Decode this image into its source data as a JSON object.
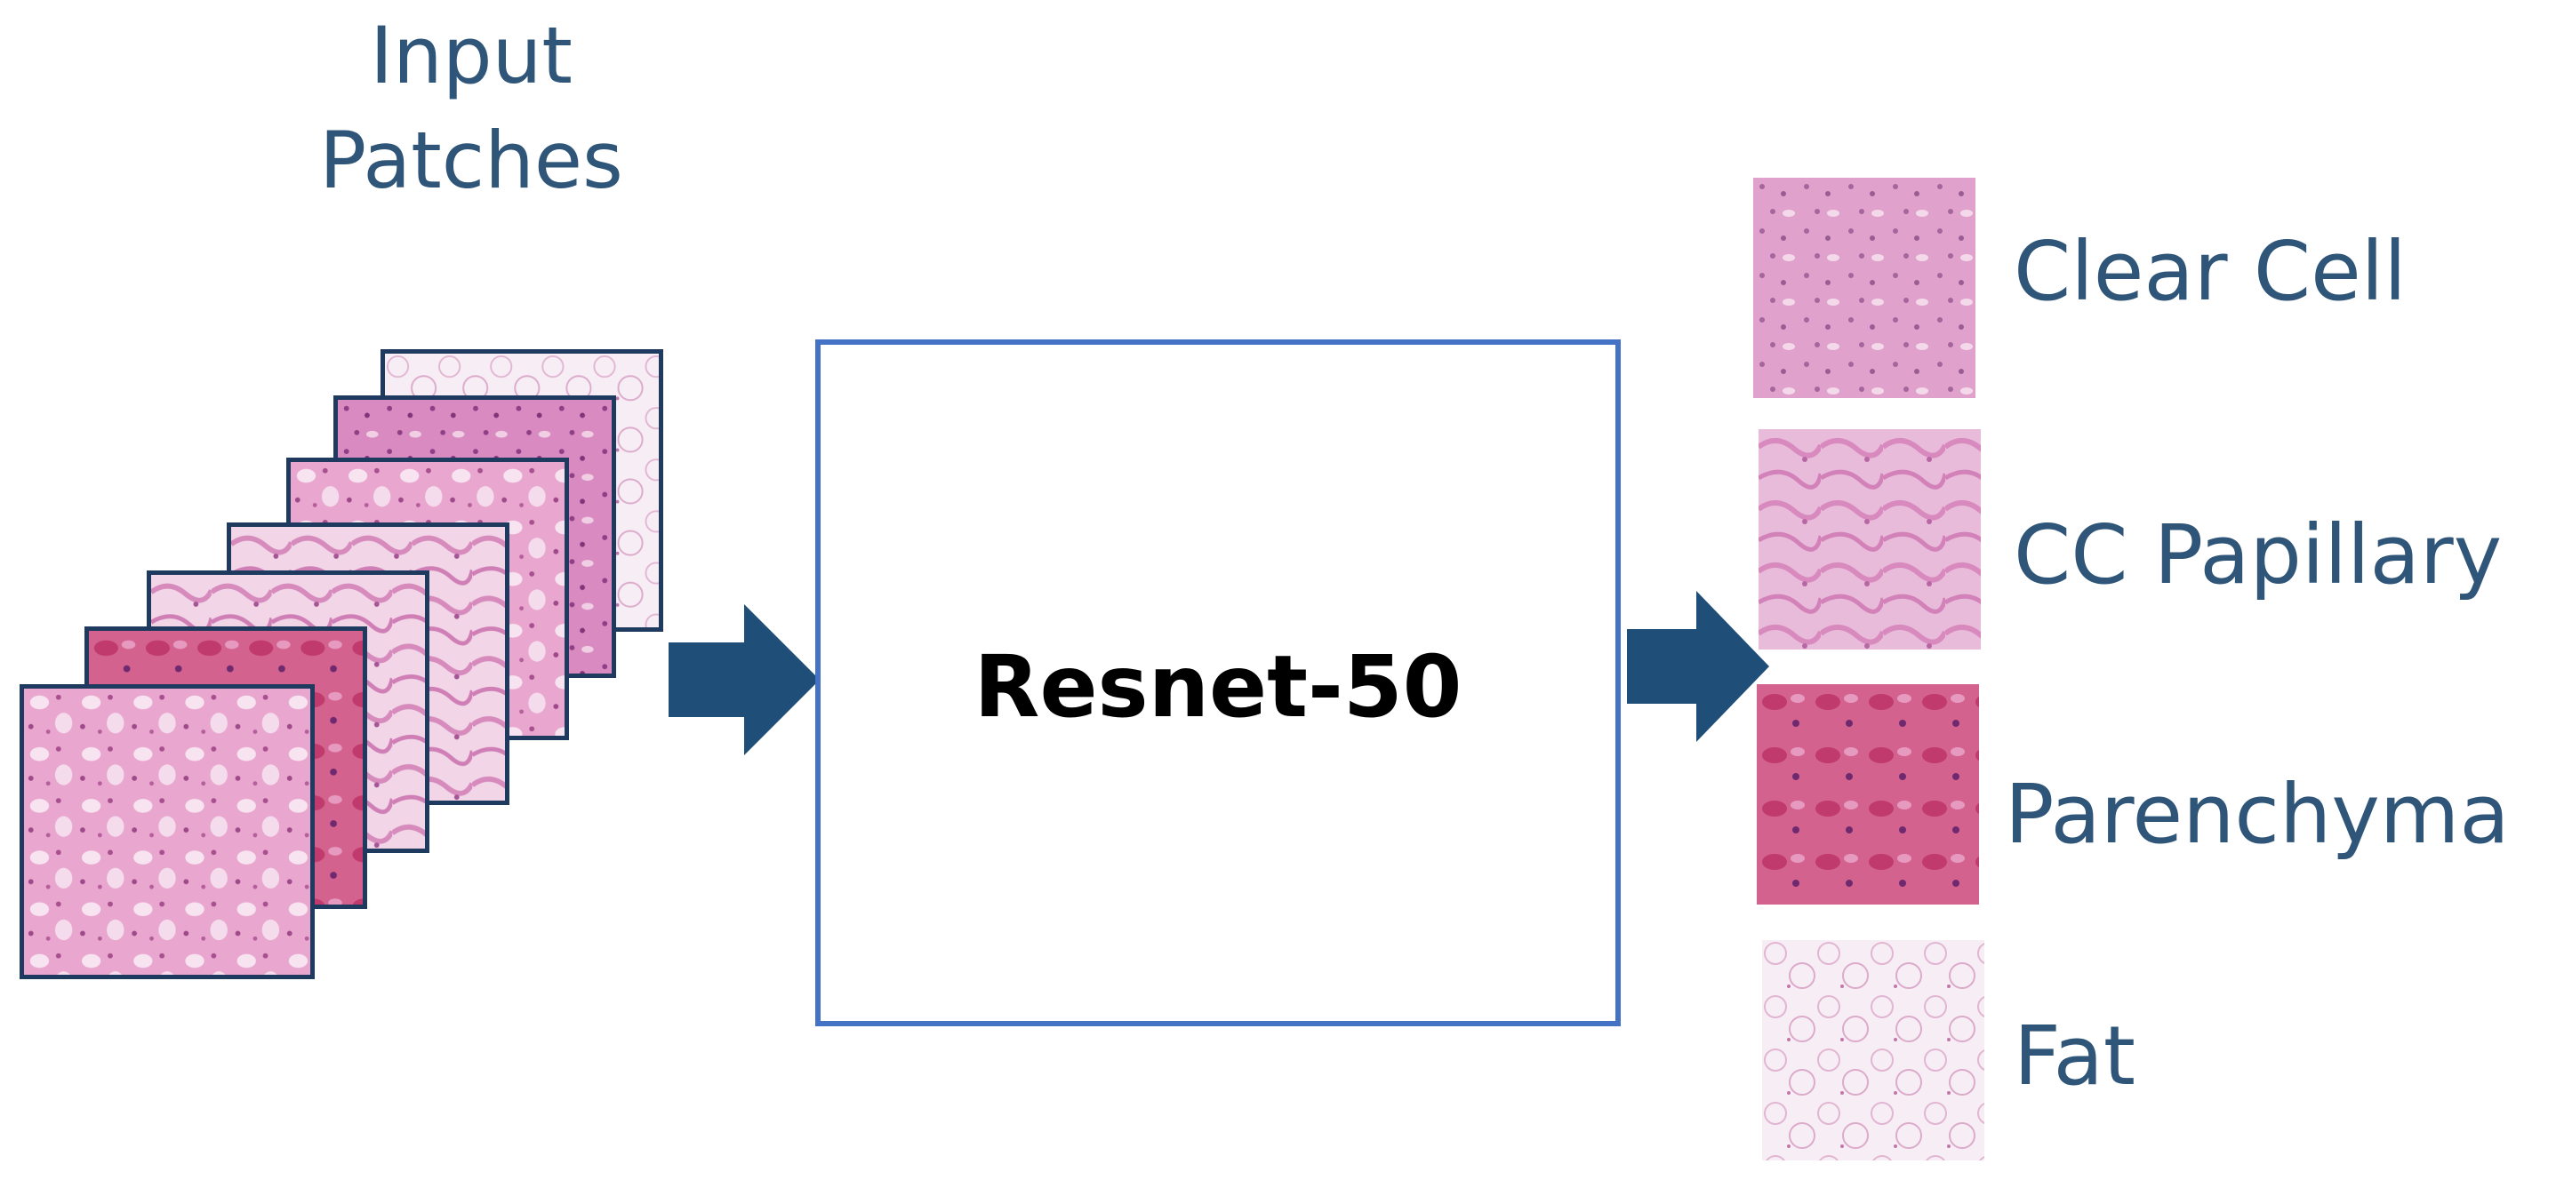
{
  "input": {
    "title_line1": "Input",
    "title_line2": "Patches"
  },
  "model": {
    "label": "Resnet-50"
  },
  "classes": [
    {
      "label": "Clear Cell"
    },
    {
      "label": "CC Papillary"
    },
    {
      "label": "Parenchyma"
    },
    {
      "label": "Fat"
    }
  ],
  "colors": {
    "text_blue": "#2f5578",
    "arrow_blue": "#1f4e79",
    "box_border": "#4472c4",
    "patch_border": "#1f3a5f"
  }
}
